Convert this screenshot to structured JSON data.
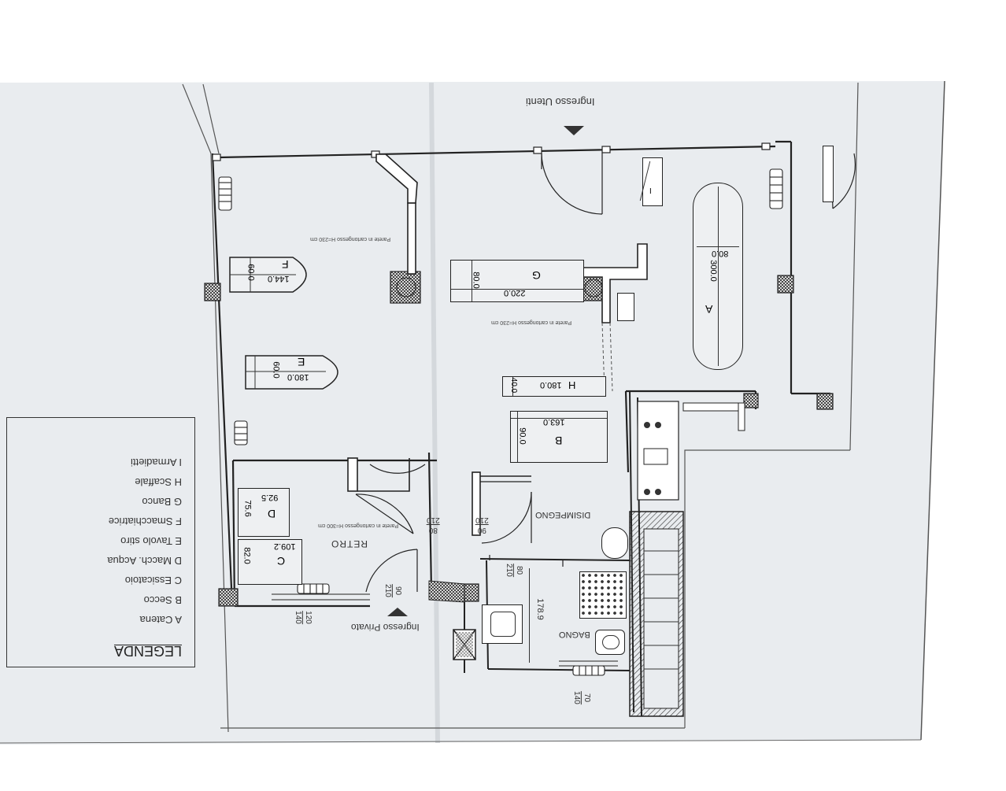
{
  "legend": {
    "title": "LEGENDA",
    "items": [
      "A Catena",
      "B Secco",
      "C Essicatoio",
      "D Macch. Acqua",
      "E Tavolo stiro",
      "F Smacchiatrice",
      "G Banco",
      "H Scaffale",
      "I Armadietti"
    ]
  },
  "rooms": {
    "retro": "RETRO",
    "disimpegno": "DISIMPEGNO",
    "bagno": "BAGNO"
  },
  "entrances": {
    "utenti": "Ingresso Utenti",
    "privato": "Ingresso Privato"
  },
  "wall_notes": {
    "note_top": "Parete in cartongesso H=230 cm",
    "note_mid": "Parete in cartongesso H=230 cm",
    "note_retro": "Parete in cartongesso H=300 cm"
  },
  "equipment": {
    "A": {
      "letter": "A",
      "length": "300.0",
      "width": "80.0"
    },
    "B": {
      "letter": "B",
      "length": "163.0",
      "width": "90.0"
    },
    "C": {
      "letter": "C",
      "length": "109.2",
      "width": "82.0"
    },
    "D": {
      "letter": "D",
      "length": "92.5",
      "width": "75.6"
    },
    "E": {
      "letter": "E",
      "length": "180.0",
      "width": "60.0"
    },
    "F": {
      "letter": "F",
      "length": "144.0",
      "width": "60.0"
    },
    "G": {
      "letter": "G",
      "length": "220.0",
      "width": "80.0"
    },
    "H": {
      "letter": "H",
      "length": "180.0",
      "width": "40.0"
    },
    "I": {
      "letter": "I"
    }
  },
  "door_dims": {
    "retro_a": [
      "80",
      "210"
    ],
    "retro_b": [
      "90",
      "210"
    ],
    "disimpegno": [
      "90",
      "210"
    ],
    "privato": [
      "90",
      "210"
    ],
    "bagno": [
      "80",
      "210"
    ]
  },
  "window_dims": {
    "retro": [
      "120",
      "140"
    ],
    "bagno": [
      "70",
      "140"
    ]
  },
  "bagno_dim": "178.9"
}
